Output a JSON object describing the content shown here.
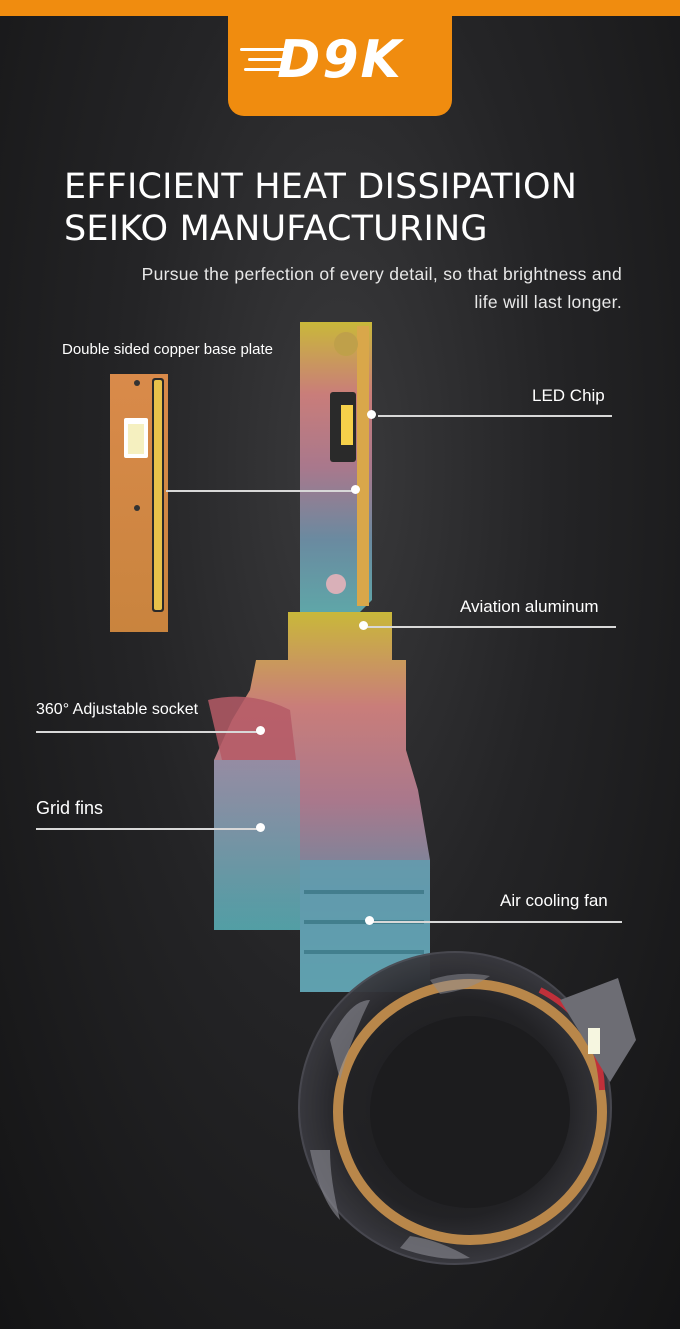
{
  "brand": {
    "logo_text": "D9K",
    "accent_color": "#f08c0f"
  },
  "headline": {
    "line1": "EFFICIENT HEAT DISSIPATION",
    "line2": "SEIKO MANUFACTURING"
  },
  "subline": {
    "line1": "Pursue the perfection of every detail, so that brightness and",
    "line2": "life will last longer."
  },
  "callouts": {
    "copper_plate": "Double sided copper base plate",
    "led_chip": "LED Chip",
    "aviation_aluminum": "Aviation aluminum",
    "adjustable_socket": "360° Adjustable socket",
    "grid_fins": "Grid fins",
    "cooling_fan": "Air cooling fan"
  }
}
